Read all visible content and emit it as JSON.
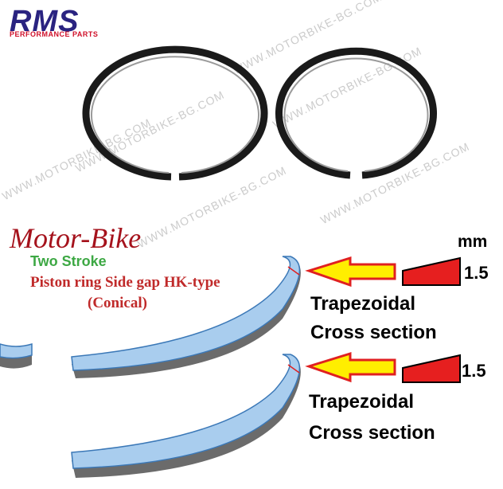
{
  "logo": {
    "name": "RMS",
    "tagline": "PERFORMANCE PARTS"
  },
  "watermark": "WWW.MOTORBIKE-BG.COM",
  "heading": {
    "title": "Motor-Bike",
    "subtitle": "Two Stroke",
    "line": "Piston ring Side gap  HK-type",
    "line2": "(Conical)"
  },
  "unit": "mm",
  "sections": [
    {
      "value": "1.5",
      "shape": "Trapezoidal",
      "desc": "Cross section"
    },
    {
      "value": "1.5",
      "shape": "Trapezoidal",
      "desc": "Cross section"
    }
  ],
  "colors": {
    "logo_blue": "#2a2380",
    "logo_red": "#d0102a",
    "title_red": "#a5121c",
    "subtitle_green": "#3da844",
    "text_red": "#c02a2a",
    "ring_blue": "#a9cdee",
    "ring_gray": "#6b6b6b",
    "arrow_yellow": "#ffee00",
    "arrow_red": "#e02020",
    "section_red": "#e61f1f"
  }
}
